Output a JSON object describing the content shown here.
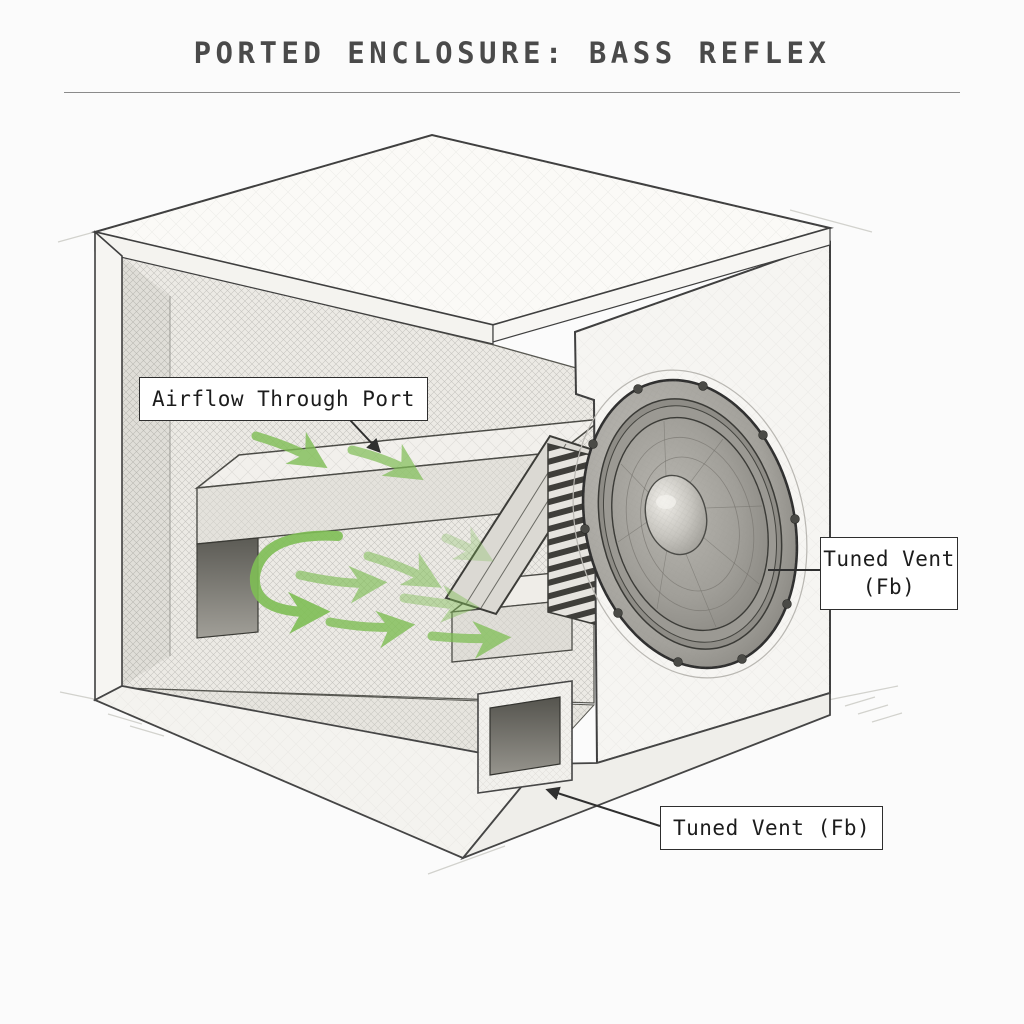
{
  "title": "PORTED ENCLOSURE: BASS REFLEX",
  "annotations": {
    "airflow": {
      "text": "Airflow Through Port"
    },
    "tuned_vent_side": {
      "line1": "Tuned Vent",
      "line2": "(Fb)"
    },
    "tuned_vent_bottom": {
      "text": "Tuned Vent (Fb)"
    }
  },
  "colors": {
    "background": "#fbfbfb",
    "line": "#3f3f3f",
    "airflow_green": "#7fbe55",
    "label_border": "#2e2e2e"
  },
  "diagram": {
    "subject": "ported-speaker-enclosure-cutaway",
    "elements": [
      "enclosure-box",
      "front-baffle",
      "woofer-driver",
      "port-shelf-duct",
      "tuned-vent-opening",
      "airflow-arrows"
    ]
  }
}
